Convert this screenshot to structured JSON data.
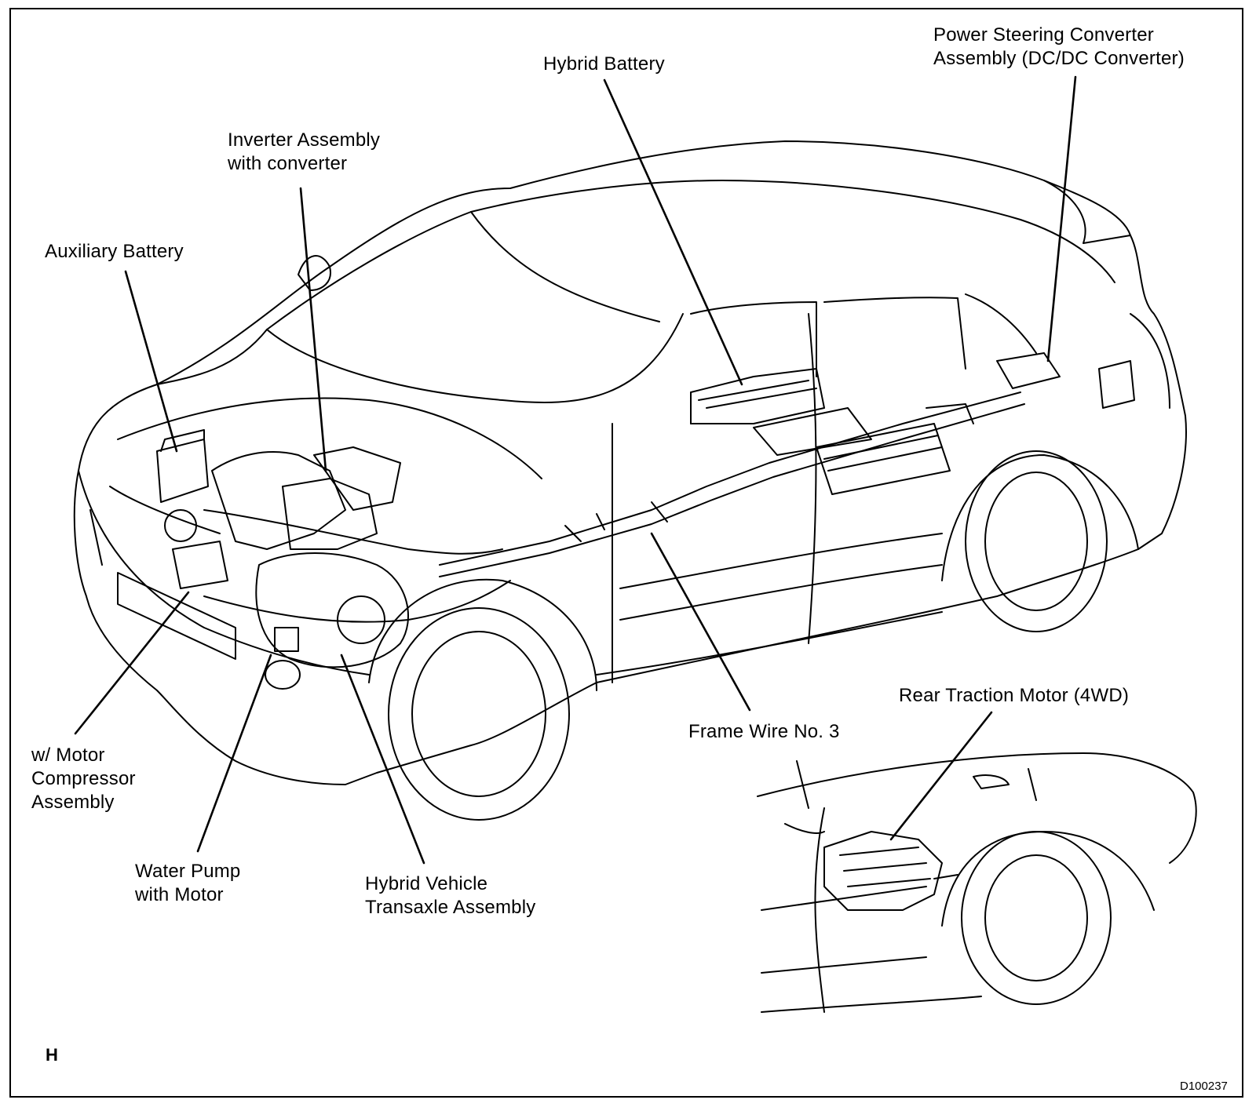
{
  "labels": {
    "power_steering_converter": "Power Steering Converter\nAssembly (DC/DC Converter)",
    "hybrid_battery": "Hybrid Battery",
    "inverter_assembly": "Inverter Assembly\nwith converter",
    "auxiliary_battery": "Auxiliary Battery",
    "motor_compressor": "w/ Motor\nCompressor\nAssembly",
    "water_pump": "Water Pump\nwith Motor",
    "transaxle": "Hybrid Vehicle\nTransaxle Assembly",
    "frame_wire": "Frame Wire No. 3",
    "rear_traction_motor": "Rear Traction Motor (4WD)"
  },
  "corner_mark": "H",
  "figure_code": "D100237"
}
